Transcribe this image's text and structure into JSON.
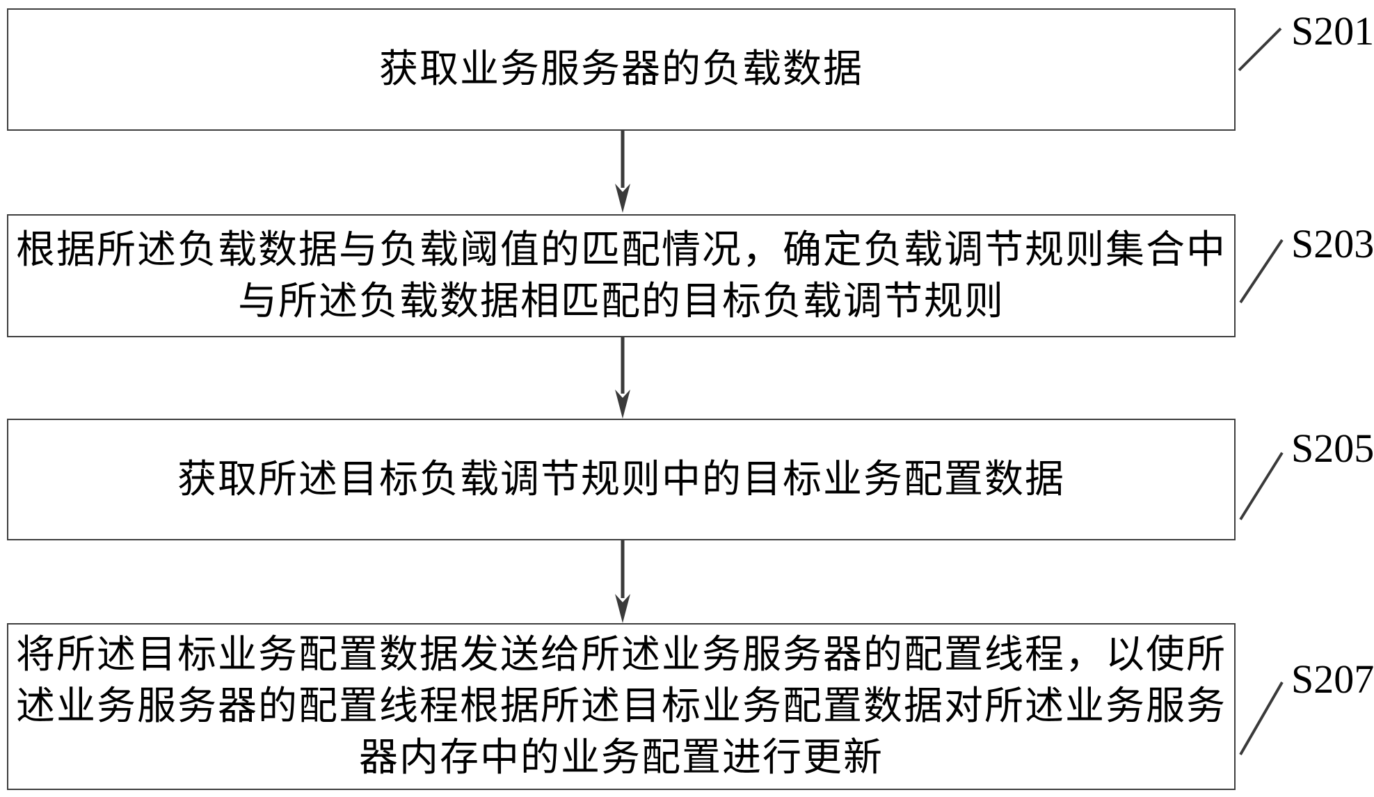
{
  "figure": {
    "background": "#ffffff",
    "border_color": "#3d3d3d",
    "arrow_color": "#3a3a3a",
    "text_color": "#000000"
  },
  "steps": [
    {
      "id": "S201",
      "lines": [
        "获取业务服务器的负载数据"
      ]
    },
    {
      "id": "S203",
      "lines": [
        "根据所述负载数据与负载阈值的匹配情况，确定负载调节规则集合中",
        "与所述负载数据相匹配的目标负载调节规则"
      ]
    },
    {
      "id": "S205",
      "lines": [
        "获取所述目标负载调节规则中的目标业务配置数据"
      ]
    },
    {
      "id": "S207",
      "lines": [
        "将所述目标业务配置数据发送给所述业务服务器的配置线程，以使所",
        "述业务服务器的配置线程根据所述目标业务配置数据对所述业务服务",
        "器内存中的业务配置进行更新"
      ]
    }
  ]
}
